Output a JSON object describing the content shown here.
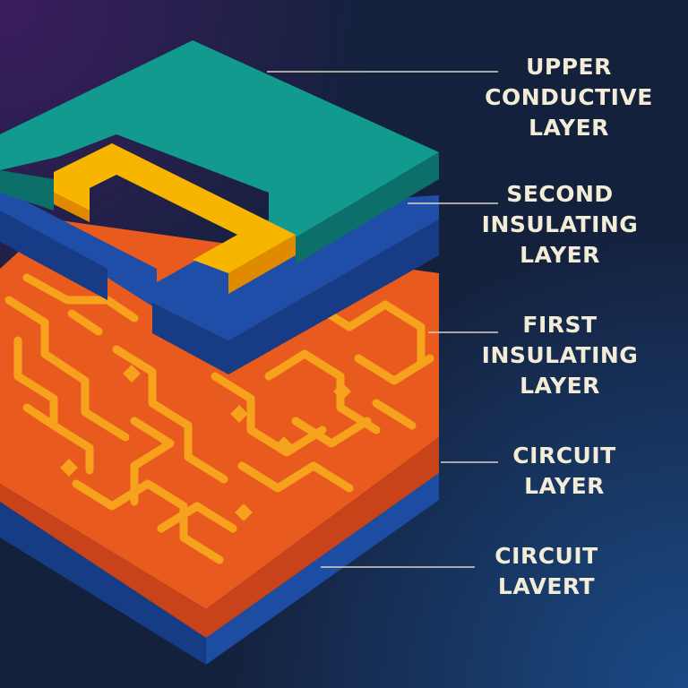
{
  "background": {
    "top_left_tint": "#3b1d5e",
    "base": "#14213d",
    "bottom_right_tint": "#1b4a86"
  },
  "colors": {
    "label_text": "#f3ecd6",
    "leader_line": "#d9d3c2",
    "upper_conductive_top": "#139a8e",
    "upper_conductive_side": "#0d6f6a",
    "conductor_trace": "#f7b500",
    "conductor_trace_side": "#e08a00",
    "second_insulating_top": "#1f4ea8",
    "second_insulating_side": "#173b85",
    "circuit_top": "#e85a1e",
    "circuit_side": "#c9431a",
    "circuit_traces": "#f6a21c",
    "base_layer": "#1d4ca3",
    "base_layer_side": "#163c86"
  },
  "labels": [
    {
      "id": "upper-conductive-layer",
      "lines": [
        "UPPER",
        "CONDUCTIVE",
        "LAYER"
      ]
    },
    {
      "id": "second-insulating-layer",
      "lines": [
        "SECOND",
        "INSULATING",
        "LAYER"
      ]
    },
    {
      "id": "first-insulating-layer",
      "lines": [
        "FIRST",
        "INSULATING",
        "LAYER"
      ]
    },
    {
      "id": "circuit-layer",
      "lines": [
        "CIRCUIT",
        "LAYER"
      ]
    },
    {
      "id": "circuit-lavert",
      "lines": [
        "CIRCUIT",
        "LAVERT"
      ]
    }
  ]
}
